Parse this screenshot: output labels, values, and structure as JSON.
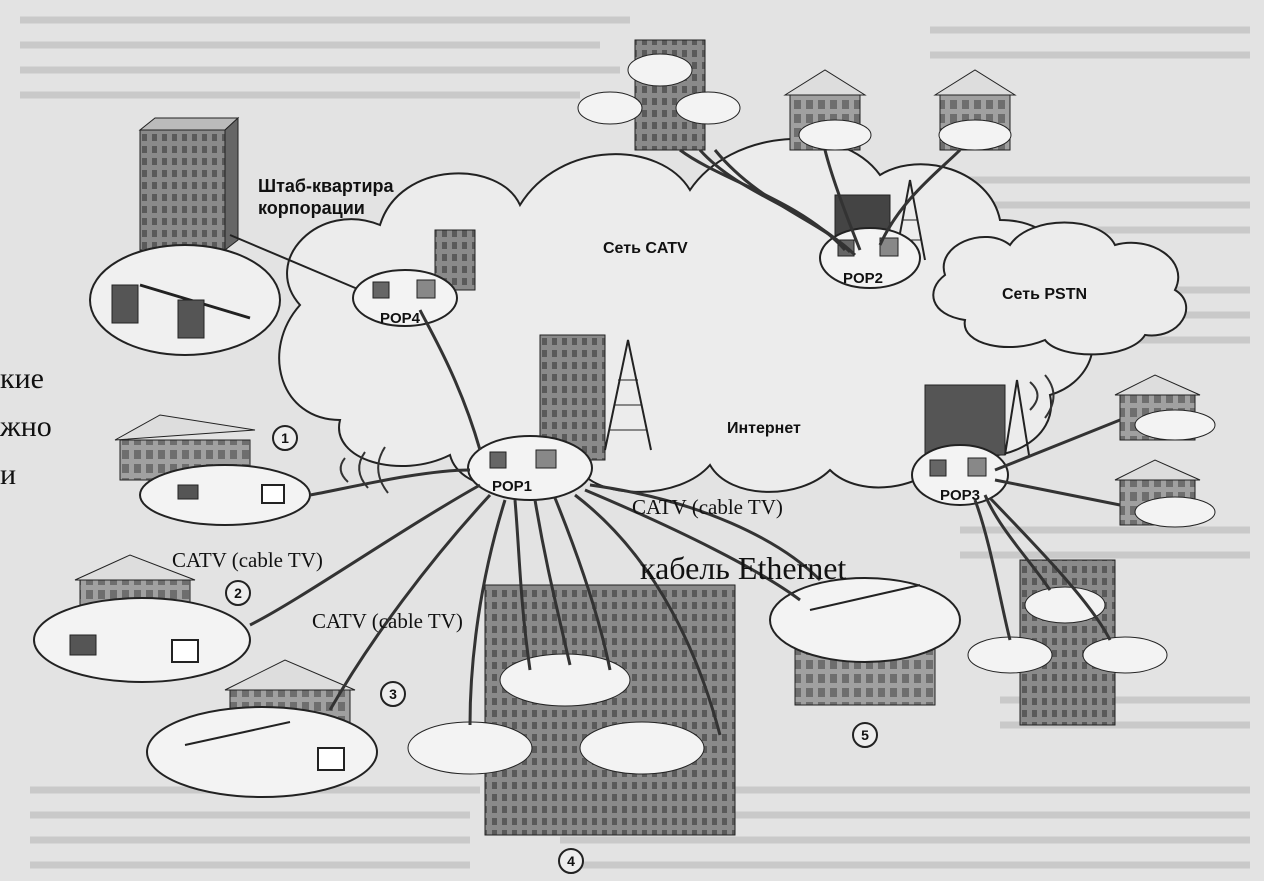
{
  "headquarters_label": "Штаб-квартира корпорации",
  "networks": {
    "catv": "Сеть CATV",
    "pstn": "Сеть PSTN",
    "internet": "Интернет"
  },
  "pops": {
    "pop1": "POP1",
    "pop2": "POP2",
    "pop3": "POP3",
    "pop4": "POP4"
  },
  "markers": [
    "1",
    "2",
    "3",
    "4",
    "5"
  ],
  "annotations": {
    "catv_a": "CATV (cable TV)",
    "catv_b": "CATV (cable TV)",
    "catv_c": "CATV (cable TV)",
    "ethernet": "кабель Ethernet"
  },
  "edge_text": [
    "кие",
    "жно",
    "и"
  ]
}
